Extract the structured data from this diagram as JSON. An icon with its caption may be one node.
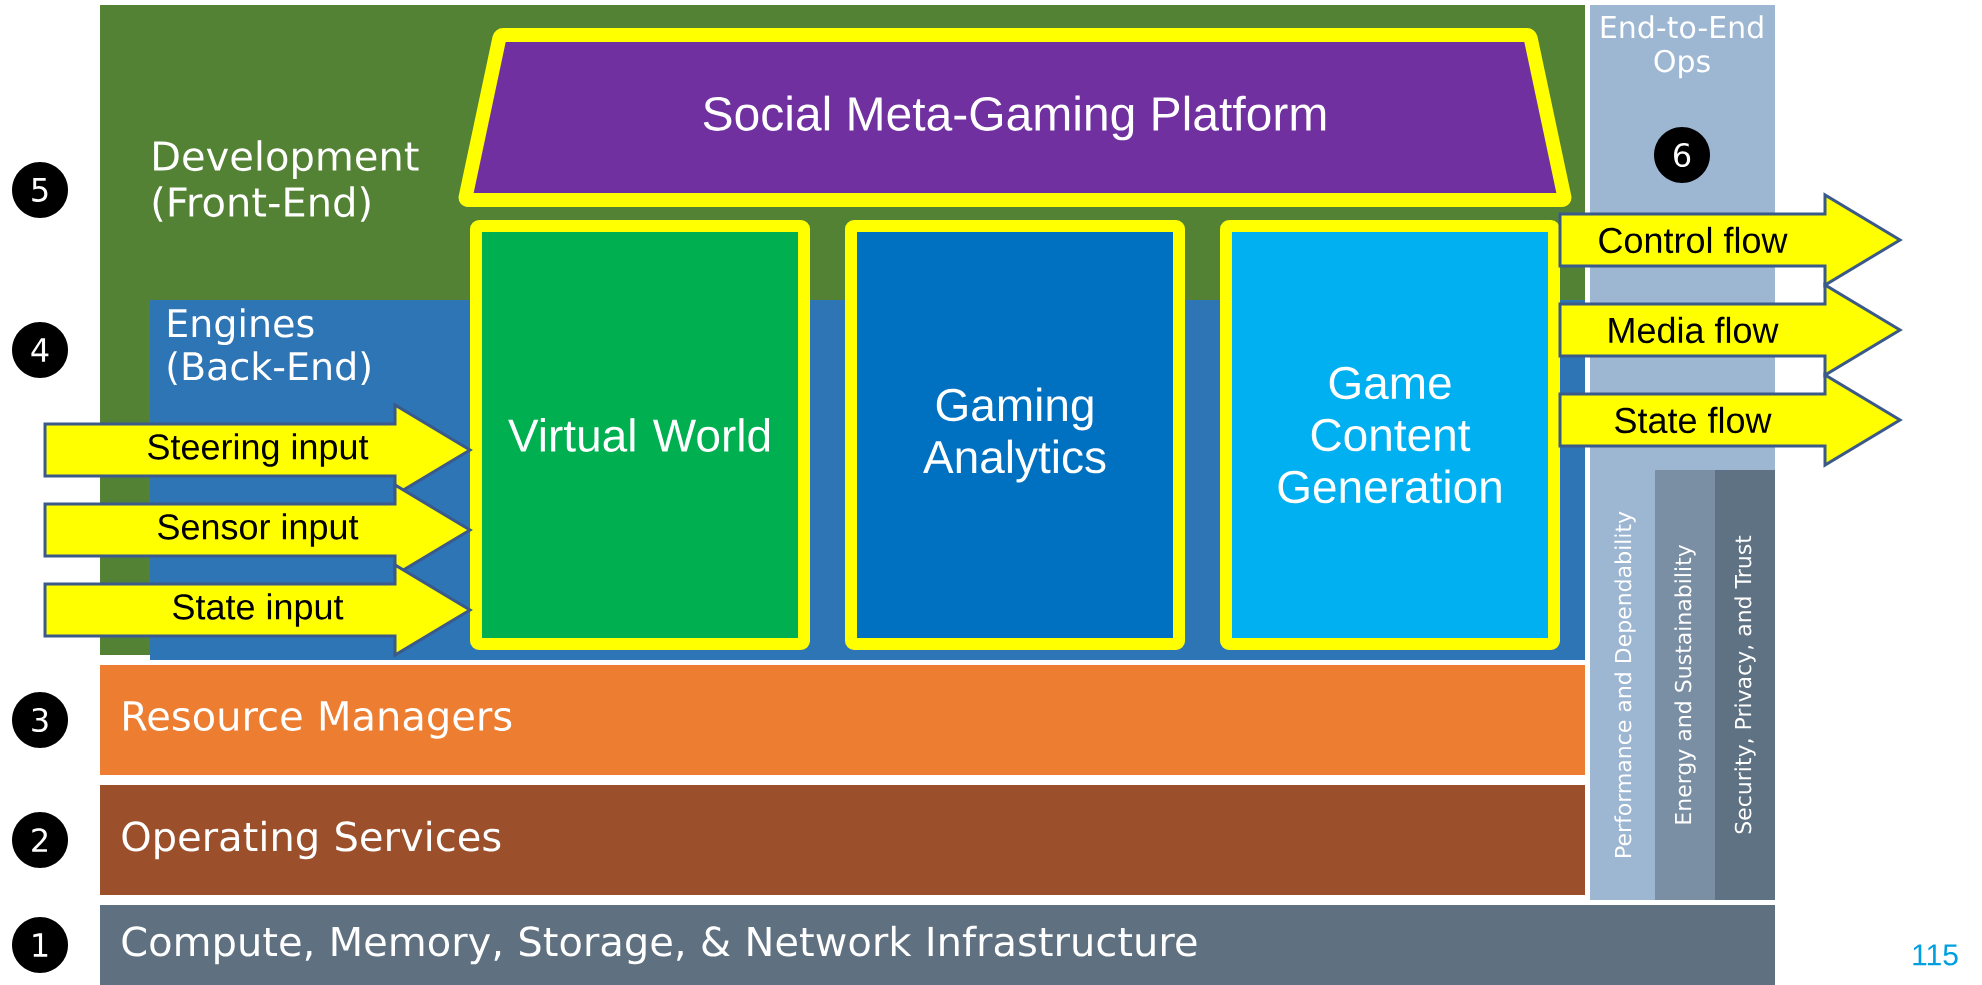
{
  "diagram": {
    "nodes": [
      {
        "text": [
          "Development (Front-End)"
        ]
      },
      {
        "text": [
          "Engines (Back-End)"
        ],
        "in": 0
      },
      {
        "text": [
          "Social Meta-Gaming Platform"
        ],
        "in": 0
      },
      {
        "text": [
          "Virtual World"
        ],
        "in": 0
      },
      {
        "text": [
          "Gaming Analytics"
        ],
        "in": 0
      },
      {
        "text": [
          "Game Content Generation"
        ],
        "in": 0
      },
      {
        "text": [
          "End-to-End Ops"
        ]
      },
      {
        "text": [
          "Performance and Dependability"
        ],
        "in": 6
      },
      {
        "text": [
          "Energy and Sustainability"
        ],
        "in": 6
      },
      {
        "text": [
          "Security, Privacy, and Trust"
        ],
        "in": 6
      },
      {
        "text": [
          "Resource Managers"
        ]
      },
      {
        "text": [
          "Operating Services"
        ]
      },
      {
        "text": [
          "Compute, Memory, Storage, & Network Infrastructure"
        ]
      },
      {
        "text": [
          "5"
        ]
      },
      {
        "text": [
          "4"
        ]
      },
      {
        "text": [
          "3"
        ]
      },
      {
        "text": [
          "2"
        ]
      },
      {
        "text": [
          "1"
        ]
      },
      {
        "text": [
          "6"
        ],
        "in": 6
      }
    ],
    "edges": [
      {
        "from": null,
        "to": 3,
        "arrow": "to",
        "label": "Steering input"
      },
      {
        "from": null,
        "to": 3,
        "arrow": "to",
        "label": "Sensor input"
      },
      {
        "from": null,
        "to": 3,
        "arrow": "to",
        "label": "State input"
      },
      {
        "from": 5,
        "to": null,
        "arrow": "to",
        "label": "Control flow"
      },
      {
        "from": 5,
        "to": null,
        "arrow": "to",
        "label": "Media flow"
      },
      {
        "from": 5,
        "to": null,
        "arrow": "to",
        "label": "State flow"
      }
    ],
    "labels": [
      "115"
    ]
  }
}
